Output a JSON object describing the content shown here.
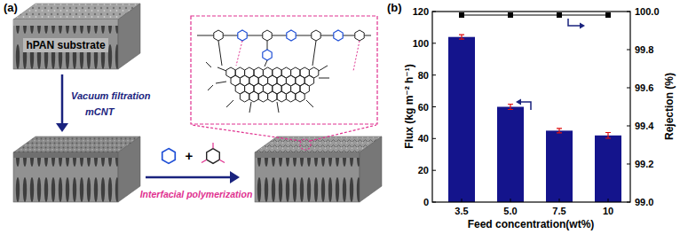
{
  "diagram": {
    "nodes": [
      {
        "text": [
          "hPAN substrate"
        ]
      }
    ],
    "labels": [
      "(a)",
      "Vacuum filtration",
      "mCNT",
      "+",
      "Interfacial polymerization",
      "(b)",
      "0",
      "20",
      "40",
      "60",
      "80",
      "100",
      "120",
      "99.0",
      "99.2",
      "99.4",
      "99.6",
      "99.8",
      "100.0",
      "3.5",
      "5.0",
      "7.5",
      "10",
      "Flux (kg m⁻² h⁻¹)",
      "Rejection (%)",
      "Feed concentration(wt%)"
    ]
  }
}
